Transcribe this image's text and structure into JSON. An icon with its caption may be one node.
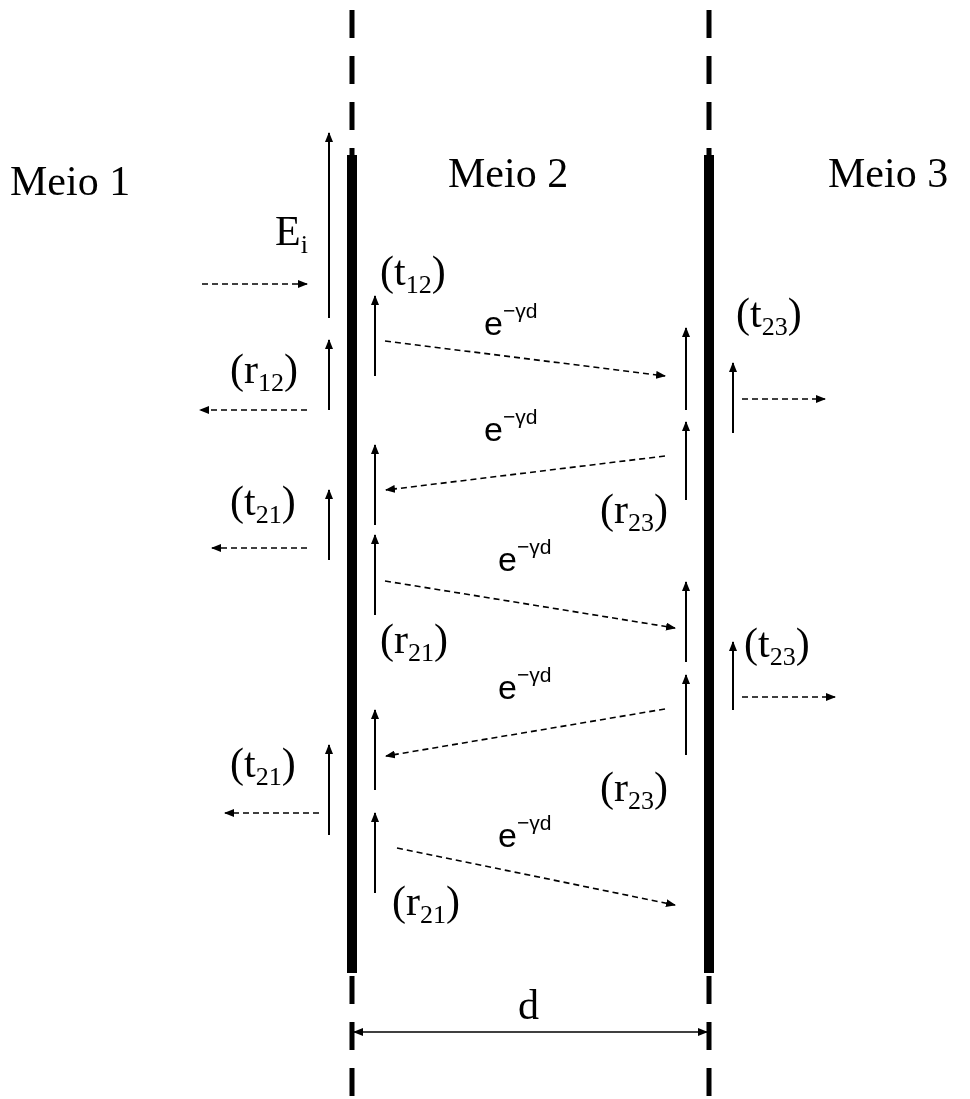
{
  "diagram": {
    "labels": [
      "Meio 1",
      "Meio 2",
      "Meio 3",
      "E$_{i}$",
      "(t$_{12}$)",
      "e$^{−γd}$",
      "(t$_{23}$)",
      "(r$_{12}$)",
      "e$^{−γd}$",
      "(t$_{21}$)",
      "(r$_{23}$)",
      "e$^{−γd}$",
      "(r$_{21}$)",
      "(t$_{23}$)",
      "e$^{−γd}$",
      "(t$_{21}$)",
      "(r$_{23}$)",
      "e$^{−γd}$",
      "(r$_{21}$)",
      "d"
    ]
  }
}
